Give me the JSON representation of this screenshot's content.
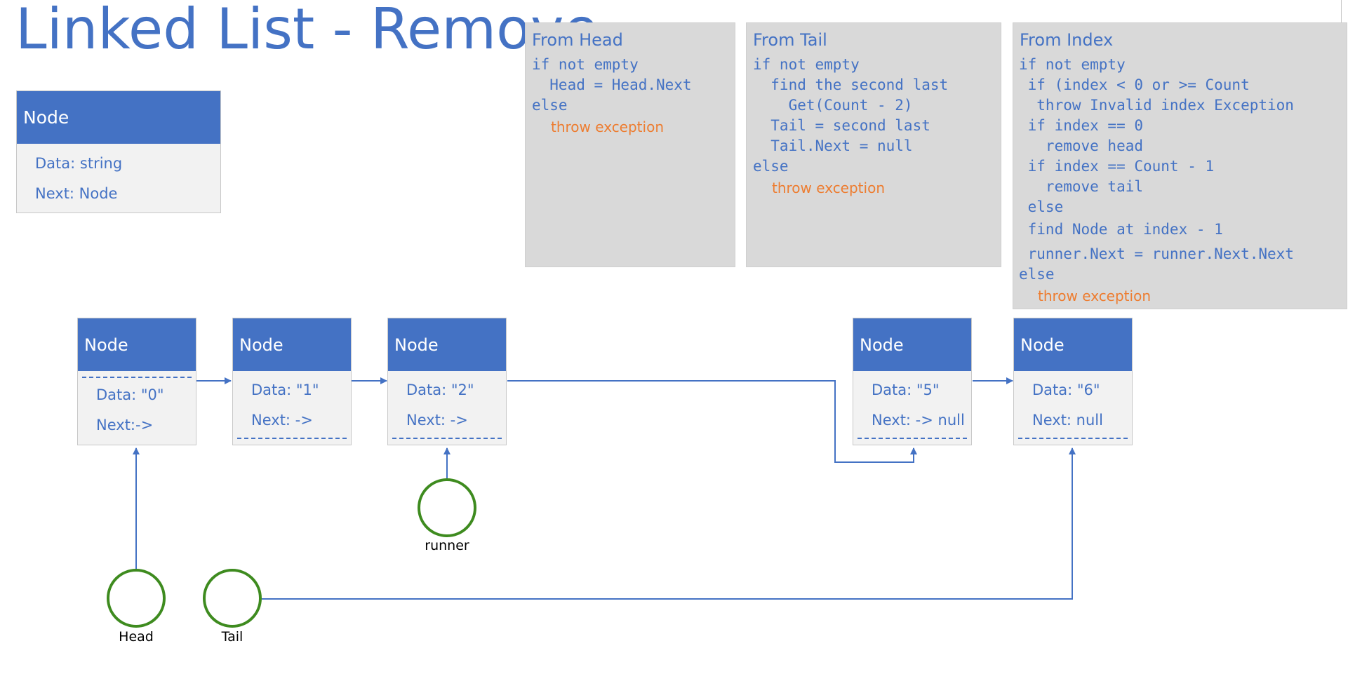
{
  "title": "Linked List - Remove",
  "legend_node": {
    "header": "Node",
    "fields": [
      "Data: string",
      "Next: Node"
    ]
  },
  "panels": {
    "from_head": {
      "title": "From Head",
      "code": [
        "if not empty",
        "  Head = Head.Next"
      ],
      "else": "else",
      "throw": "throw exception"
    },
    "from_tail": {
      "title": "From Tail",
      "code": [
        "if not empty",
        "  find the second last",
        "    Get(Count - 2)",
        "  Tail = second last",
        "  Tail.Next = null"
      ],
      "else": "else",
      "throw": "throw exception"
    },
    "from_index": {
      "title": "From Index",
      "code": [
        "if not empty",
        " if (index < 0 or >= Count",
        "  throw Invalid index Exception",
        " if index == 0",
        "   remove head",
        " if index == Count - 1",
        "   remove tail",
        " else"
      ],
      "code2": [
        " find Node at index - 1",
        " runner.Next = runner.Next.Next"
      ],
      "else": "else",
      "throw": "throw exception"
    }
  },
  "nodes": [
    {
      "header": "Node",
      "data": "Data: \"0\"",
      "next": "Next:->"
    },
    {
      "header": "Node",
      "data": "Data: \"1\"",
      "next": "Next: ->"
    },
    {
      "header": "Node",
      "data": "Data: \"2\"",
      "next": "Next: ->"
    },
    {
      "header": "Node",
      "data": "Data: \"5\"",
      "next": "Next: -> null"
    },
    {
      "header": "Node",
      "data": "Data: \"6\"",
      "next": "Next: null"
    }
  ],
  "pointers": {
    "runner": "runner",
    "head": "Head",
    "tail": "Tail"
  },
  "colors": {
    "accent": "#4472c4",
    "keyword": "#ed7d31",
    "pointer_ring": "#3e8b1f",
    "panel_bg": "#d9d9d9",
    "node_bg": "#f2f2f2"
  }
}
